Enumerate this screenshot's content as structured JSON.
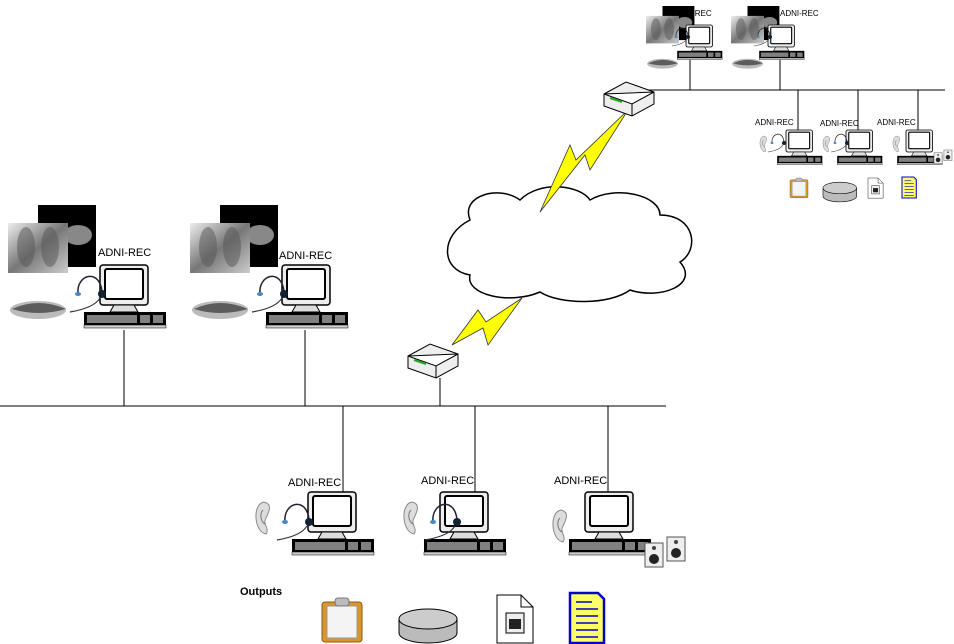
{
  "workstation_label": "ADNI-REC",
  "local_site": {
    "input_workstations": [
      {
        "label": "ADNI-REC"
      },
      {
        "label": "ADNI-REC"
      }
    ],
    "output_workstations": [
      {
        "label": "ADNI-REC"
      },
      {
        "label": "ADNI-REC"
      },
      {
        "label": "ADNI-REC"
      }
    ]
  },
  "remote_site": {
    "input_workstations": [
      {
        "label": "ADNI-REC"
      },
      {
        "label": "ADNI-REC"
      }
    ],
    "output_workstations": [
      {
        "label": "ADNI-REC"
      },
      {
        "label": "ADNI-REC"
      },
      {
        "label": "ADNI-REC"
      }
    ]
  },
  "outputs": {
    "label": "Outputs",
    "items": [
      "clipboard-icon",
      "disk-icon",
      "spreadsheet-document-icon",
      "text-document-icon"
    ]
  },
  "colors": {
    "lightning": "#ffff00",
    "cloud": "#ffffff",
    "document_blue": "#0000cc",
    "clipboard": "#d9952e"
  }
}
